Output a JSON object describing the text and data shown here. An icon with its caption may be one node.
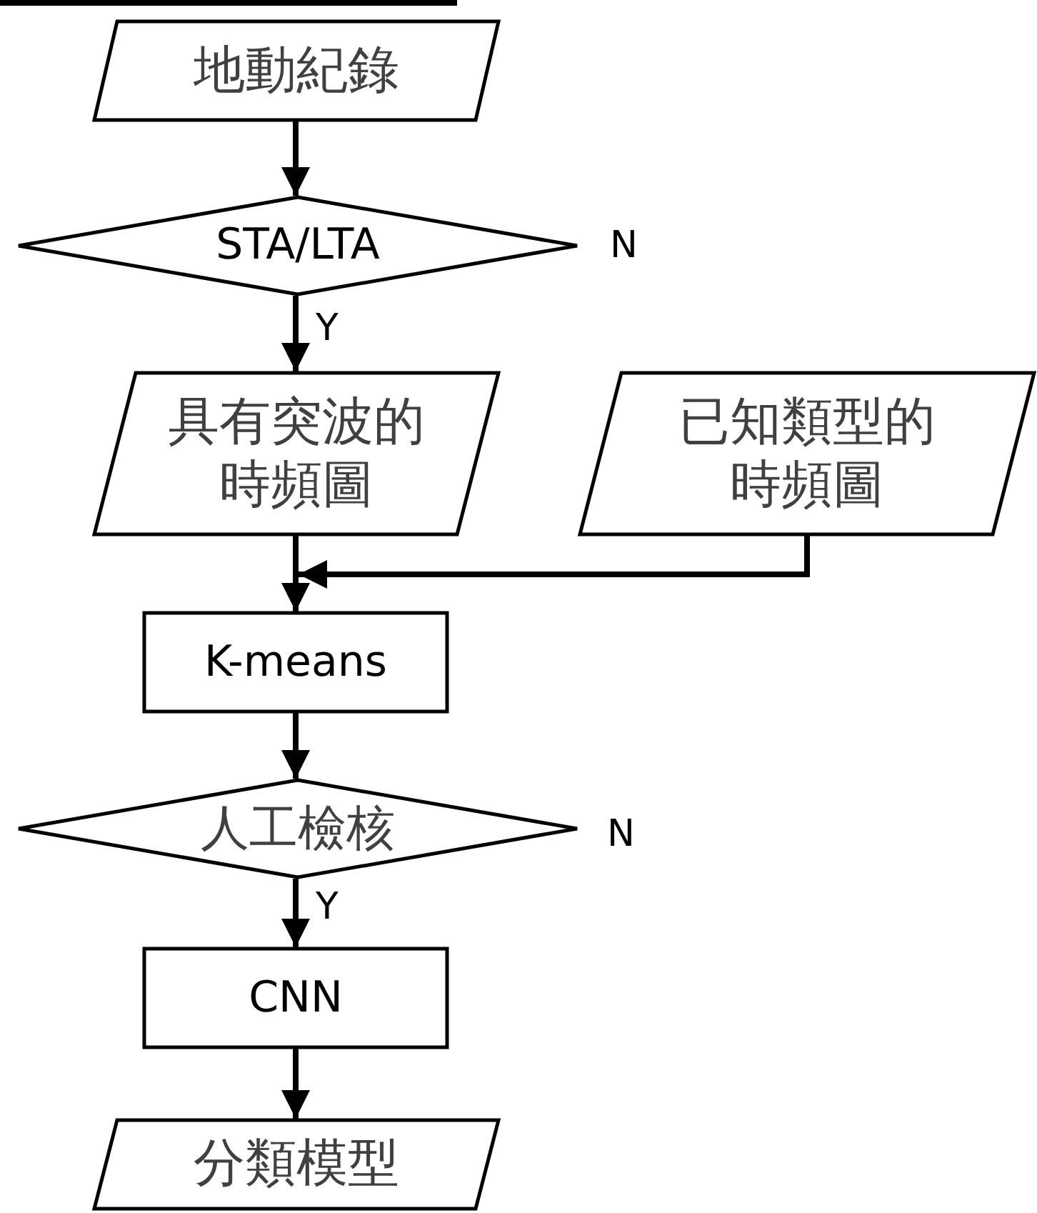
{
  "diagram": {
    "nodes": [
      {
        "text": [
          "地動紀錄"
        ]
      },
      {
        "text": [
          "STA/LTA"
        ],
        "beside": [
          "N"
        ]
      },
      {
        "text": [
          "具有突波的時頻圖"
        ]
      },
      {
        "text": [
          "已知類型的時頻圖"
        ]
      },
      {
        "text": [
          "K-means"
        ]
      },
      {
        "text": [
          "人工檢核"
        ],
        "beside": [
          "N"
        ]
      },
      {
        "text": [
          "CNN"
        ]
      },
      {
        "text": [
          "分類模型"
        ]
      }
    ],
    "edges": [
      {
        "from": 0,
        "to": 1,
        "arrow": "to"
      },
      {
        "from": 1,
        "to": 2,
        "arrow": "to",
        "label": "Y"
      },
      {
        "from": 2,
        "to": 4,
        "arrow": "to"
      },
      {
        "from": 3,
        "to": 4,
        "arrow": "to"
      },
      {
        "from": 4,
        "to": 5,
        "arrow": "to"
      },
      {
        "from": 5,
        "to": 6,
        "arrow": "to",
        "label": "Y"
      },
      {
        "from": 6,
        "to": 7,
        "arrow": "to"
      }
    ]
  }
}
